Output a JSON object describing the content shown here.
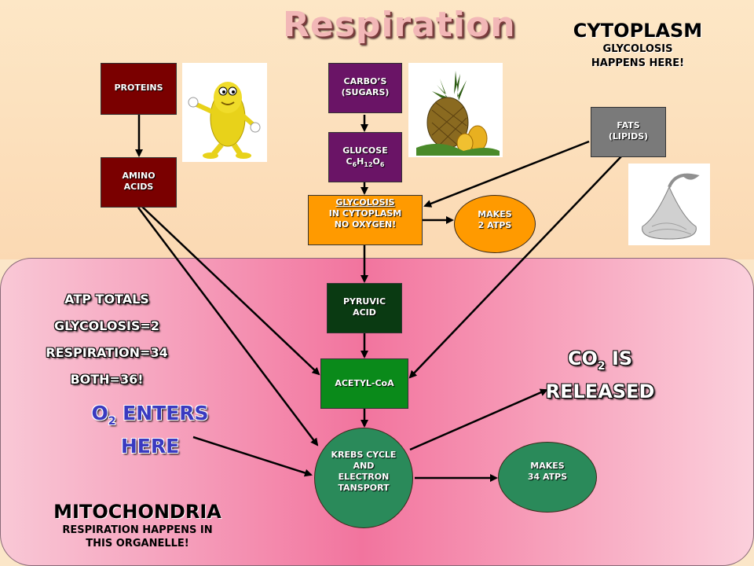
{
  "title": "Respiration",
  "cytoplasm": {
    "heading": "CYTOPLASM",
    "line1": "GLYCOLOSIS",
    "line2": "HAPPENS HERE!"
  },
  "mitochondria": {
    "heading": "MITOCHONDRIA",
    "line1": "RESPIRATION HAPPENS IN",
    "line2": "THIS ORGANELLE!"
  },
  "atp": {
    "heading": "ATP TOTALS",
    "glycolosis": "GLYCOLOSIS=2",
    "respiration": "RESPIRATION=34",
    "both": "BOTH=36!"
  },
  "o2": {
    "line1_pre": "O",
    "line1_sub": "2",
    "line1_post": " ENTERS",
    "line2": "HERE"
  },
  "co2": {
    "line1_pre": "CO",
    "line1_sub": "2",
    "line1_post": " IS",
    "line2": "RELEASED"
  },
  "nodes": {
    "proteins": "PROTEINS",
    "amino_1": "AMINO",
    "amino_2": "ACIDS",
    "carbos_1": "CARBO’S",
    "carbos_2": "(SUGARS)",
    "glucose_1": "GLUCOSE",
    "glucose_formula": [
      "C",
      "6",
      "H",
      "12",
      "O",
      "6"
    ],
    "fats_1": "FATS",
    "fats_2": "(LIPIDS)",
    "glyco_1": "GLYCOLOSIS",
    "glyco_2": "IN CYTOPLASM",
    "glyco_3": "NO OXYGEN!",
    "makes2_1": "MAKES",
    "makes2_2": "2 ATPS",
    "pyruvic_1": "PYRUVIC",
    "pyruvic_2": "ACID",
    "acetyl": "ACETYL-CoA",
    "krebs_1": "KREBS CYCLE",
    "krebs_2": "AND",
    "krebs_3": "ELECTRON",
    "krebs_4": "TANSPORT",
    "makes34_1": "MAKES",
    "makes34_2": "34 ATPS"
  },
  "colors": {
    "proteins": "#7a0000",
    "carbos": "#6a1466",
    "fats": "#7a7a7a",
    "glycolosis": "#ff9a00",
    "pyruvic": "#0a3a12",
    "acetyl": "#0a8a1a",
    "green_circle": "#2a8a5a",
    "makes2": "#ff9a00"
  }
}
